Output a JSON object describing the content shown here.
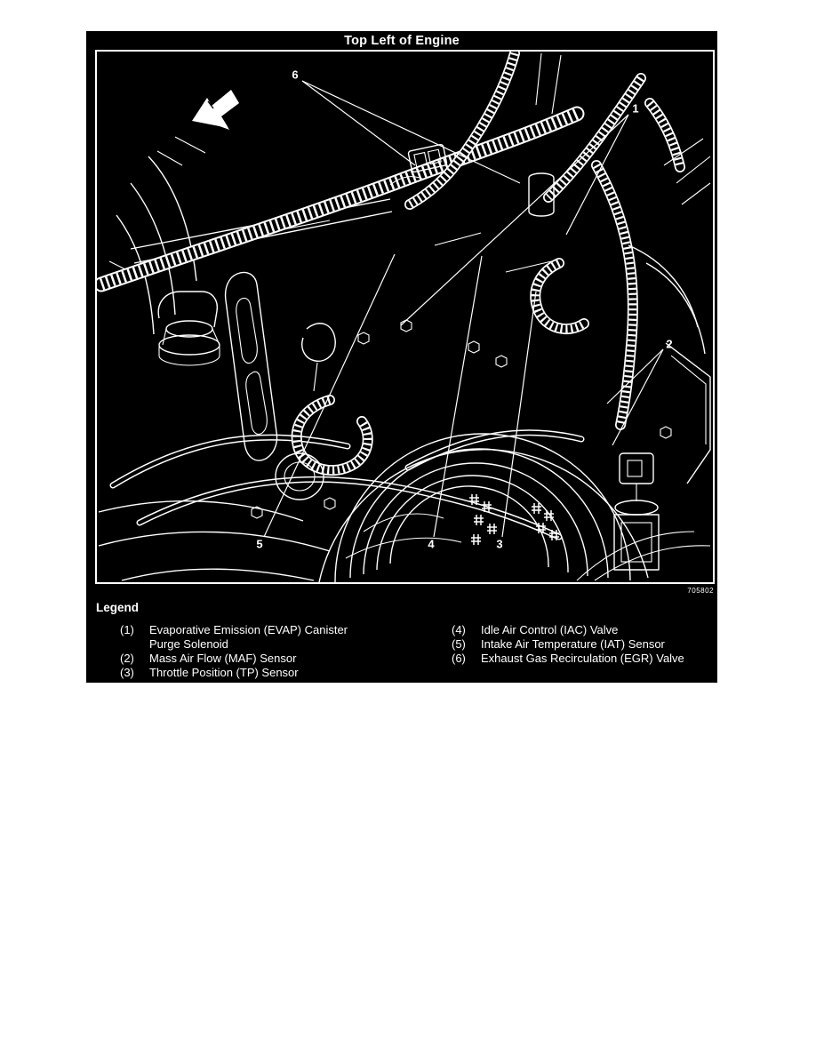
{
  "figure": {
    "title": "Top Left of Engine",
    "figure_number": "705802",
    "callouts": [
      {
        "n": "1"
      },
      {
        "n": "2"
      },
      {
        "n": "3"
      },
      {
        "n": "4"
      },
      {
        "n": "5"
      },
      {
        "n": "6"
      }
    ]
  },
  "legend": {
    "heading": "Legend",
    "left": [
      {
        "num": "(1)",
        "label": "Evaporative Emission (EVAP) Canister Purge Solenoid"
      },
      {
        "num": "(2)",
        "label": "Mass Air Flow (MAF) Sensor"
      },
      {
        "num": "(3)",
        "label": "Throttle Position (TP) Sensor"
      }
    ],
    "right": [
      {
        "num": "(4)",
        "label": "Idle Air Control (IAC) Valve"
      },
      {
        "num": "(5)",
        "label": "Intake Air Temperature (IAT) Sensor"
      },
      {
        "num": "(6)",
        "label": "Exhaust Gas Recirculation (EGR) Valve"
      }
    ]
  },
  "colors": {
    "figure_background": "#000000",
    "line": "#ffffff",
    "page_background": "#ffffff"
  }
}
